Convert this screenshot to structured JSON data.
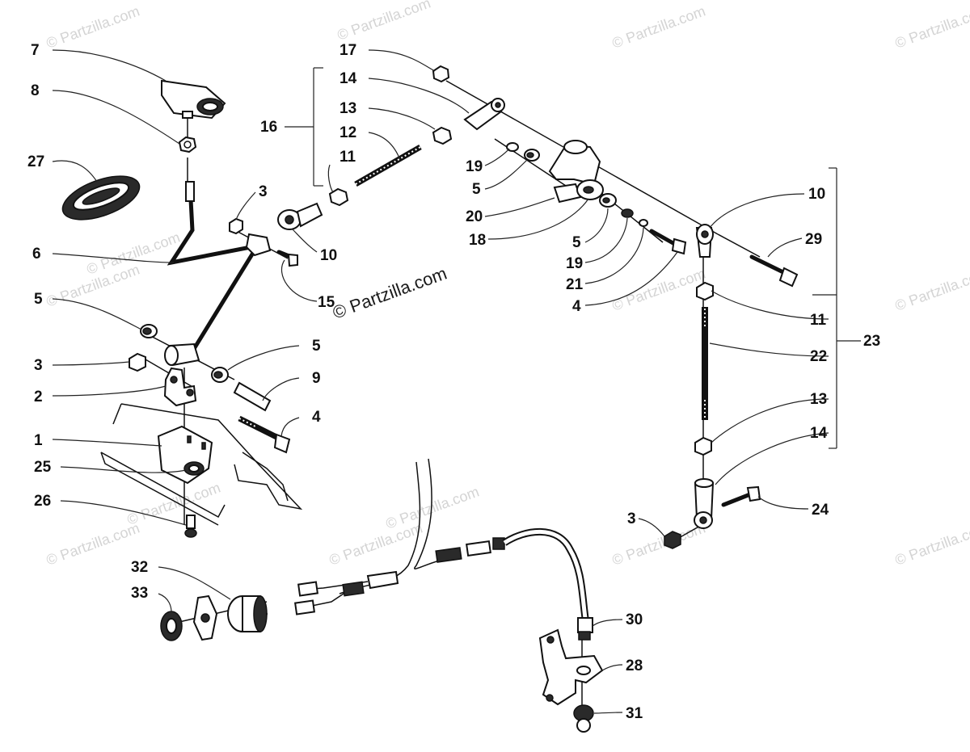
{
  "watermark": {
    "main": "© Partzilla.com",
    "small": "© Partzilla.com"
  },
  "callouts": [
    {
      "id": "7",
      "text": "7"
    },
    {
      "id": "8",
      "text": "8"
    },
    {
      "id": "27",
      "text": "27"
    },
    {
      "id": "6",
      "text": "6"
    },
    {
      "id": "5a",
      "text": "5"
    },
    {
      "id": "3a",
      "text": "3"
    },
    {
      "id": "2",
      "text": "2"
    },
    {
      "id": "1",
      "text": "1"
    },
    {
      "id": "25",
      "text": "25"
    },
    {
      "id": "26",
      "text": "26"
    },
    {
      "id": "32",
      "text": "32"
    },
    {
      "id": "33",
      "text": "33"
    },
    {
      "id": "17",
      "text": "17"
    },
    {
      "id": "14a",
      "text": "14"
    },
    {
      "id": "13a",
      "text": "13"
    },
    {
      "id": "16",
      "text": "16"
    },
    {
      "id": "12",
      "text": "12"
    },
    {
      "id": "11a",
      "text": "11"
    },
    {
      "id": "3b",
      "text": "3"
    },
    {
      "id": "10a",
      "text": "10"
    },
    {
      "id": "15",
      "text": "15"
    },
    {
      "id": "5b",
      "text": "5"
    },
    {
      "id": "9",
      "text": "9"
    },
    {
      "id": "4a",
      "text": "4"
    },
    {
      "id": "19a",
      "text": "19"
    },
    {
      "id": "5c",
      "text": "5"
    },
    {
      "id": "20",
      "text": "20"
    },
    {
      "id": "18",
      "text": "18"
    },
    {
      "id": "5d",
      "text": "5"
    },
    {
      "id": "19b",
      "text": "19"
    },
    {
      "id": "21",
      "text": "21"
    },
    {
      "id": "4b",
      "text": "4"
    },
    {
      "id": "10b",
      "text": "10"
    },
    {
      "id": "29",
      "text": "29"
    },
    {
      "id": "11b",
      "text": "11"
    },
    {
      "id": "23",
      "text": "23"
    },
    {
      "id": "22",
      "text": "22"
    },
    {
      "id": "13b",
      "text": "13"
    },
    {
      "id": "14b",
      "text": "14"
    },
    {
      "id": "24",
      "text": "24"
    },
    {
      "id": "3c",
      "text": "3"
    },
    {
      "id": "30",
      "text": "30"
    },
    {
      "id": "28",
      "text": "28"
    },
    {
      "id": "31",
      "text": "31"
    }
  ]
}
